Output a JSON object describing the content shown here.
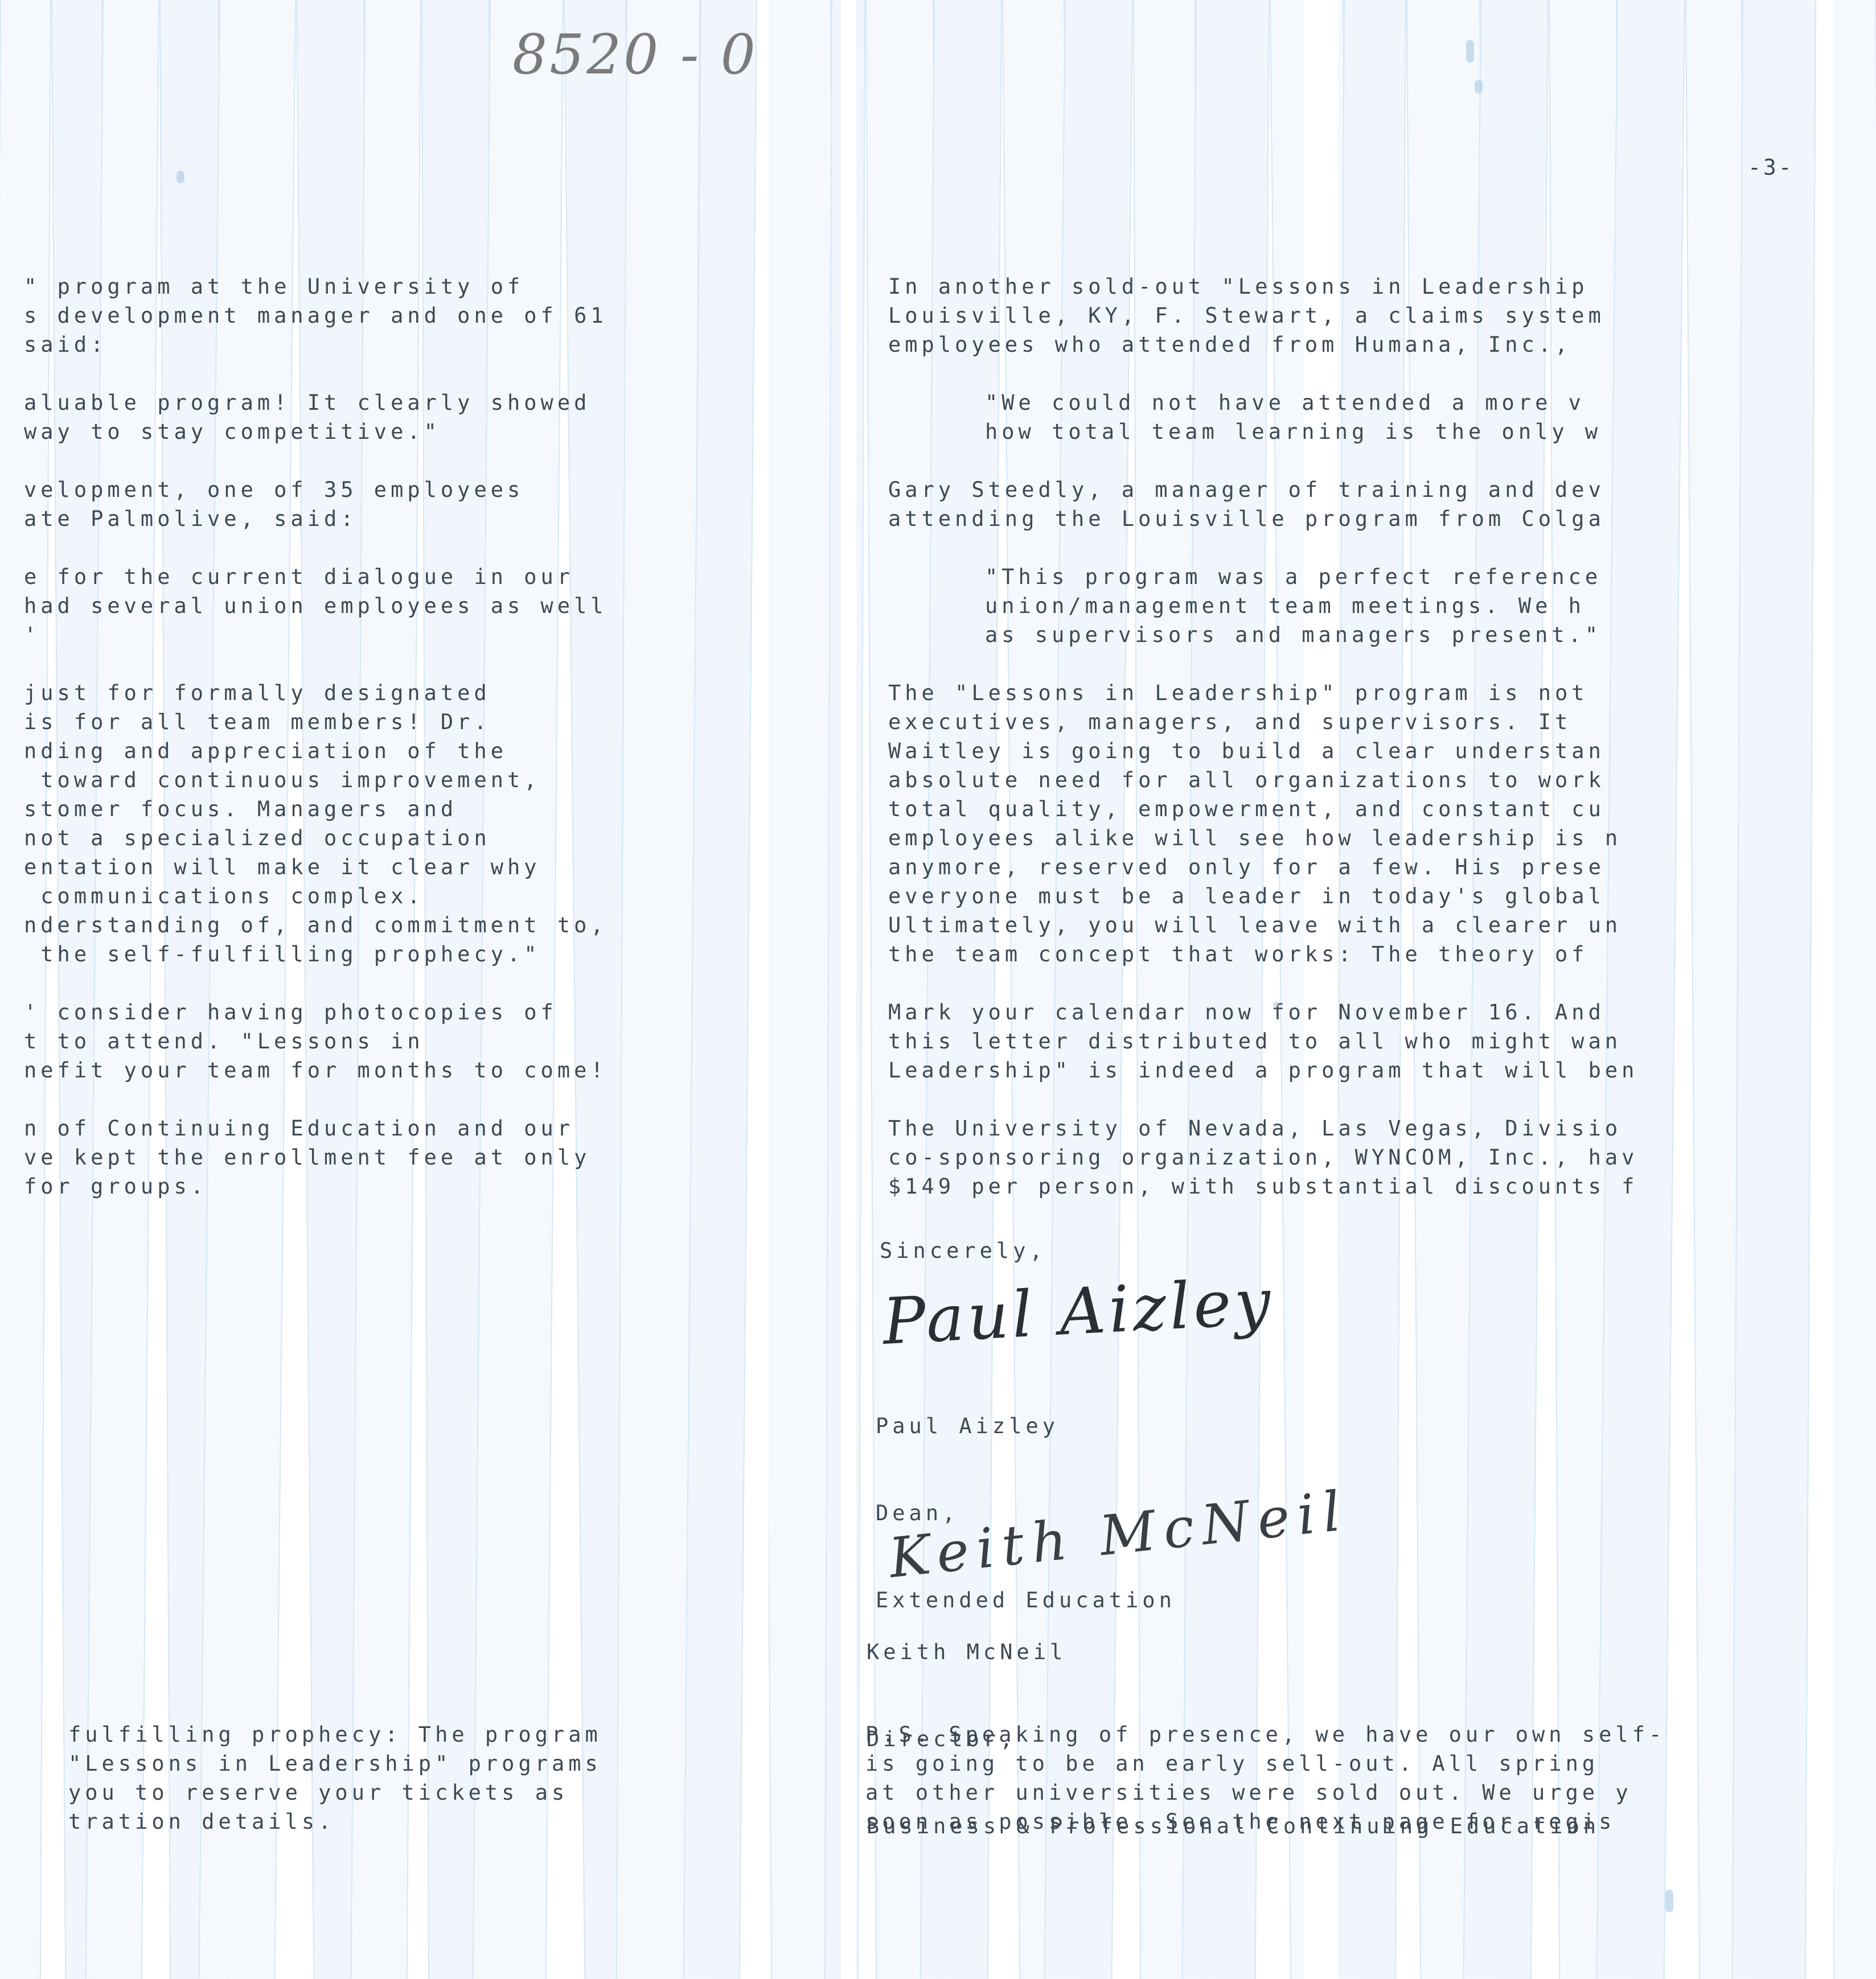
{
  "document": {
    "handwritten_note": "8520 - 0",
    "page_number": "-3-"
  },
  "left_column": {
    "paragraphs": [
      [
        "\" program at the University of",
        "s development manager and one of 61",
        "said:"
      ],
      [
        "aluable program! It clearly showed",
        "way to stay competitive.\""
      ],
      [
        "velopment, one of 35 employees",
        "ate Palmolive, said:"
      ],
      [
        "e for the current dialogue in our",
        "had several union employees as well",
        "'"
      ],
      [
        "just for formally designated",
        "is for all team members! Dr.",
        "nding and appreciation of the",
        " toward continuous improvement,",
        "stomer focus. Managers and",
        "not a specialized occupation",
        "entation will make it clear why",
        " communications complex.",
        "nderstanding of, and commitment to,",
        " the self-fulfilling prophecy.\""
      ],
      [
        "' consider having photocopies of",
        "t to attend. \"Lessons in",
        "nefit your team for months to come!"
      ],
      [
        "n of Continuing Education and our",
        "ve kept the enrollment fee at only",
        "for groups."
      ]
    ],
    "ps_fragment": [
      "fulfilling prophecy: The program",
      "\"Lessons in Leadership\" programs",
      "you to reserve your tickets as",
      "tration details."
    ]
  },
  "right_column": {
    "paragraphs": [
      [
        "In another sold-out \"Lessons in Leadership",
        "Louisville, KY, F. Stewart, a claims system",
        "employees who attended from Humana, Inc.,"
      ],
      [
        "INDENT\"We could not have attended a more v",
        "INDENThow total team learning is the only w"
      ],
      [
        "Gary Steedly, a manager of training and dev",
        "attending the Louisville program from Colga"
      ],
      [
        "INDENT\"This program was a perfect reference",
        "INDENTunion/management team meetings. We h",
        "INDENTas supervisors and managers present.\""
      ],
      [
        "The \"Lessons in Leadership\" program is not",
        "executives, managers, and supervisors. It",
        "Waitley is going to build a clear understan",
        "absolute need for all organizations to work",
        "total quality, empowerment, and constant cu",
        "employees alike will see how leadership is n",
        "anymore, reserved only for a few. His prese",
        "everyone must be a leader in today's global",
        "Ultimately, you will leave with a clearer un",
        "the team concept that works: The theory of"
      ],
      [
        "Mark your calendar now for November 16. And",
        "this letter distributed to all who might wan",
        "Leadership\" is indeed a program that will ben"
      ],
      [
        "The University of Nevada, Las Vegas, Divisio",
        "co-sponsoring organization, WYNCOM, Inc., hav",
        "$149 per person, with substantial discounts f"
      ]
    ],
    "closing": "Sincerely,",
    "signer1": {
      "signature": "Paul Aizley",
      "name": "Paul Aizley",
      "title": "Dean,",
      "department": "Extended Education"
    },
    "signer2": {
      "signature": "Keith McNeil",
      "name": "Keith McNeil",
      "title": "Director,",
      "department": "Business & Professional Continuing Education"
    },
    "postscript": [
      "P.S. Speaking of presence, we have our own self-",
      "is going to be an early sell-out. All spring",
      "at other universities were sold out. We urge y",
      "soon as possible. See the next page for regis"
    ]
  }
}
